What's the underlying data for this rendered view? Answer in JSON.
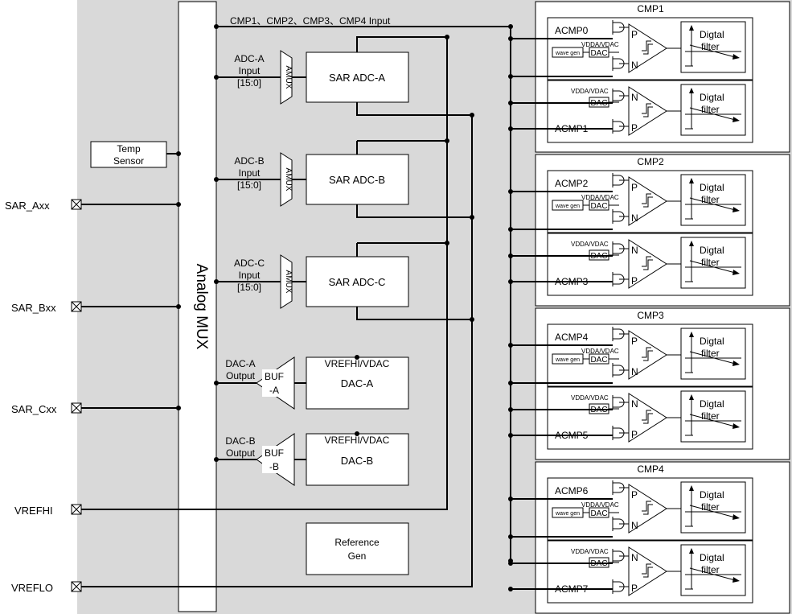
{
  "colors": {
    "panel_bg": "#d9d9d9",
    "line": "#000000",
    "block_fill": "#ffffff"
  },
  "labels": {
    "cmp_input": "CMP1、CMP2、CMP3、CMP4 Input",
    "analog_mux": "Analog MUX",
    "temp_sensor_l1": "Temp",
    "temp_sensor_l2": "Sensor",
    "ref_gen_l1": "Reference",
    "ref_gen_l2": "Gen",
    "amux": "AMUX",
    "vrefhi_vdac": "VREFHI/VDAC"
  },
  "pins": [
    {
      "label": "SAR_Axx"
    },
    {
      "label": "SAR_Bxx"
    },
    {
      "label": "SAR_Cxx"
    },
    {
      "label": "VREFHI"
    },
    {
      "label": "VREFLO"
    }
  ],
  "adcs": [
    {
      "input_l1": "ADC-A",
      "input_l2": "Input",
      "input_l3": "[15:0]",
      "name": "SAR ADC-A"
    },
    {
      "input_l1": "ADC-B",
      "input_l2": "Input",
      "input_l3": "[15:0]",
      "name": "SAR ADC-B"
    },
    {
      "input_l1": "ADC-C",
      "input_l2": "Input",
      "input_l3": "[15:0]",
      "name": "SAR ADC-C"
    }
  ],
  "dacs": [
    {
      "out_l1": "DAC-A",
      "out_l2": "Output",
      "buf_l1": "BUF",
      "buf_l2": "-A",
      "name": "DAC-A"
    },
    {
      "out_l1": "DAC-B",
      "out_l2": "Output",
      "buf_l1": "BUF",
      "buf_l2": "-B",
      "name": "DAC-B"
    }
  ],
  "cmps": [
    {
      "title": "CMP1",
      "top": "ACMP0",
      "bottom": "ACMP1"
    },
    {
      "title": "CMP2",
      "top": "ACMP2",
      "bottom": "ACMP3"
    },
    {
      "title": "CMP3",
      "top": "ACMP4",
      "bottom": "ACMP5"
    },
    {
      "title": "CMP4",
      "top": "ACMP6",
      "bottom": "ACMP7"
    }
  ],
  "acmp_parts": {
    "vdda_vdac": "VDDA/VDAC",
    "wave_gen": "wave gen",
    "dac": "DAC",
    "p": "P",
    "n": "N",
    "filter_l1": "Digtal",
    "filter_l2": "filter"
  }
}
